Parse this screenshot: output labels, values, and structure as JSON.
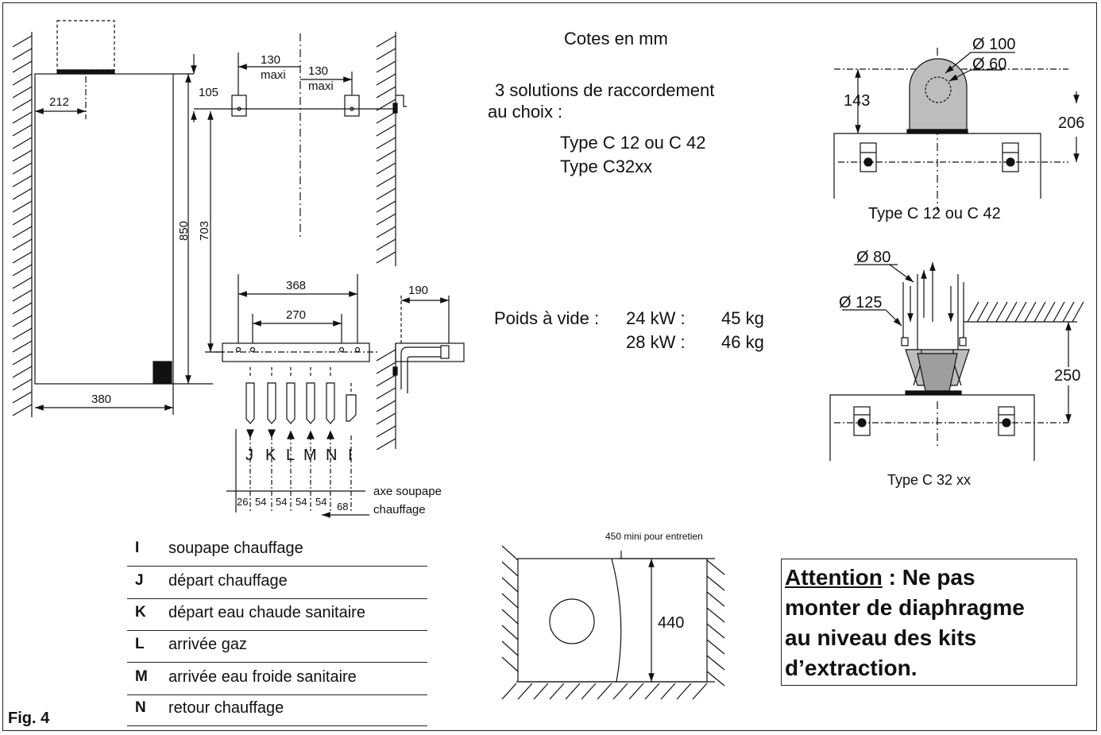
{
  "header": {
    "units": "Cotes en mm",
    "solutions_title_1": "3 solutions de raccordement",
    "solutions_title_2": "au choix :",
    "solutions": [
      "Type C 12 ou C 42",
      "Type C32xx"
    ]
  },
  "weight": {
    "label": "Poids à vide :",
    "rows": [
      {
        "power": "24 kW :",
        "mass": "45 kg"
      },
      {
        "power": "28 kW :",
        "mass": "46 kg"
      }
    ]
  },
  "main_view": {
    "dims": {
      "d212": "212",
      "d380": "380",
      "d850": "850",
      "d703": "703",
      "d105": "105",
      "d130_left": "130",
      "maxi_left": "maxi",
      "d130_right": "130",
      "maxi_right": "maxi",
      "d368": "368",
      "d270": "270",
      "d190": "190"
    },
    "connections": [
      "J",
      "K",
      "L",
      "M",
      "N",
      "I"
    ],
    "spacing": [
      "26",
      "54",
      "54",
      "54",
      "54",
      "68"
    ],
    "axis_label_1": "axe soupape",
    "axis_label_2": "chauffage"
  },
  "c12_view": {
    "d100": "Ø 100",
    "d60": "Ø 60",
    "d143": "143",
    "d206": "206",
    "caption": "Type C 12 ou C 42"
  },
  "c32_view": {
    "d80": "Ø 80",
    "d125": "Ø 125",
    "d250": "250",
    "caption": "Type C 32 xx"
  },
  "top_view": {
    "clearance": "450 mini pour entretien",
    "d440": "440"
  },
  "legend": [
    {
      "code": "I",
      "desc": "soupape chauffage"
    },
    {
      "code": "J",
      "desc": "départ chauffage"
    },
    {
      "code": "K",
      "desc": "départ eau chaude sanitaire"
    },
    {
      "code": "L",
      "desc": "arrivée gaz"
    },
    {
      "code": "M",
      "desc": "arrivée eau froide sanitaire"
    },
    {
      "code": "N",
      "desc": "retour chauffage"
    }
  ],
  "attention": {
    "label": "Attention",
    "text_1": " : Ne pas",
    "text_2": "monter de diaphragme",
    "text_3": "au niveau des kits",
    "text_4": "d’extraction."
  },
  "figure_label": "Fig. 4"
}
